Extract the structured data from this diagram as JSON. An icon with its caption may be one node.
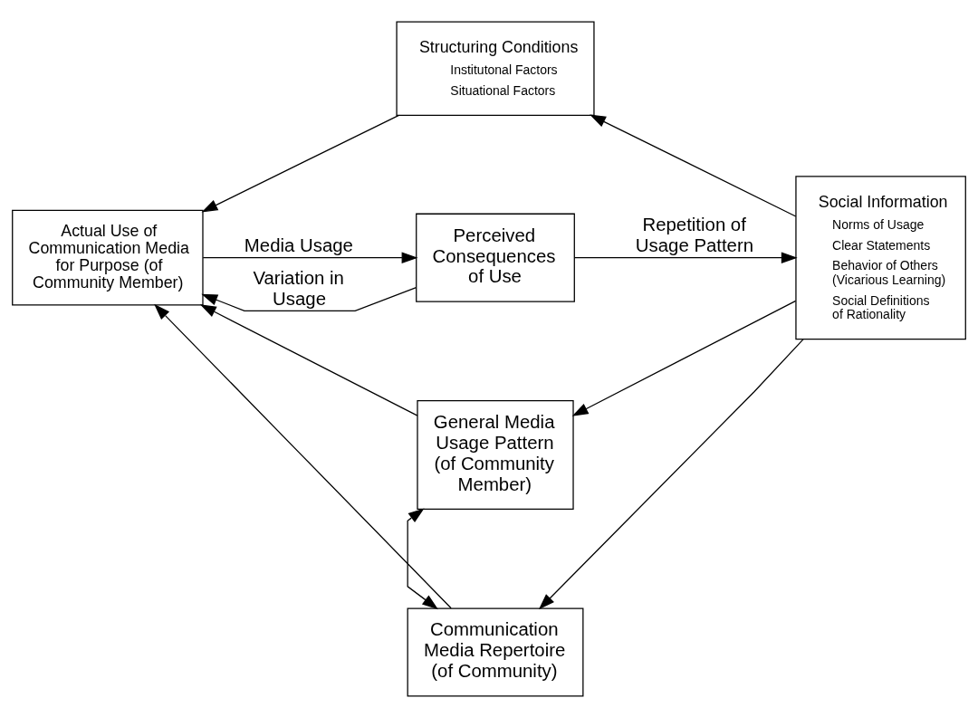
{
  "diagram": {
    "nodes": [
      {
        "text": [
          "Structuring Conditions",
          "Institutonal Factors",
          "Situational Factors"
        ]
      },
      {
        "text": [
          "Actual Use of Communication Media for Purpose (of Community Member)"
        ]
      },
      {
        "text": [
          "Perceived Consequences of Use"
        ]
      },
      {
        "text": [
          "Social Information",
          "Norms of Usage",
          "Clear Statements",
          "Behavior of Others (Vicarious Learning)",
          "Social Definitions of Rationality"
        ]
      },
      {
        "text": [
          "General Media Usage Pattern (of Community Member)"
        ]
      },
      {
        "text": [
          "Communication Media Repertoire (of Community)"
        ]
      }
    ],
    "edges": [
      {
        "from": 0,
        "to": 1,
        "arrow": "to"
      },
      {
        "from": 1,
        "to": 2,
        "arrow": "to",
        "label": "Media Usage"
      },
      {
        "from": 2,
        "to": 1,
        "arrow": "to",
        "label": "Variation in Usage"
      },
      {
        "from": 2,
        "to": 3,
        "arrow": "to",
        "label": "Repetition of Usage Pattern"
      },
      {
        "from": 3,
        "to": 0,
        "arrow": "to"
      },
      {
        "from": 3,
        "to": 4,
        "arrow": "to"
      },
      {
        "from": 3,
        "to": 5,
        "arrow": "to"
      },
      {
        "from": 4,
        "to": 1,
        "arrow": "to"
      },
      {
        "from": 5,
        "to": 1,
        "arrow": "to"
      },
      {
        "from": 4,
        "to": 5,
        "arrow": "both"
      }
    ]
  }
}
